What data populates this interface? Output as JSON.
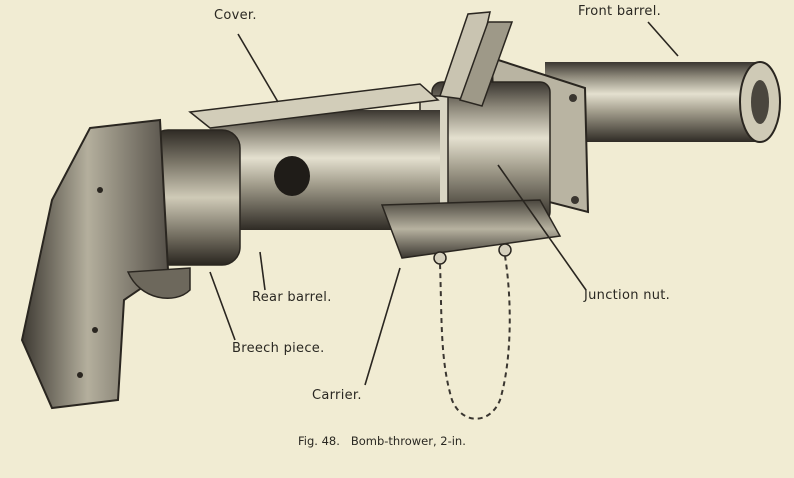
{
  "labels": {
    "cover": "Cover.",
    "front_barrel": "Front barrel.",
    "rear_barrel": "Rear barrel.",
    "breech_piece": "Breech piece.",
    "junction_nut": "Junction nut.",
    "carrier": "Carrier."
  },
  "caption": {
    "figure": "Fig. 48.",
    "title": "Bomb-thrower, 2-in."
  },
  "colors": {
    "paper": "#f1ecd3",
    "ink": "#2a2822",
    "metal_light": "#d8d4c2",
    "metal_dark": "#3a3630"
  }
}
